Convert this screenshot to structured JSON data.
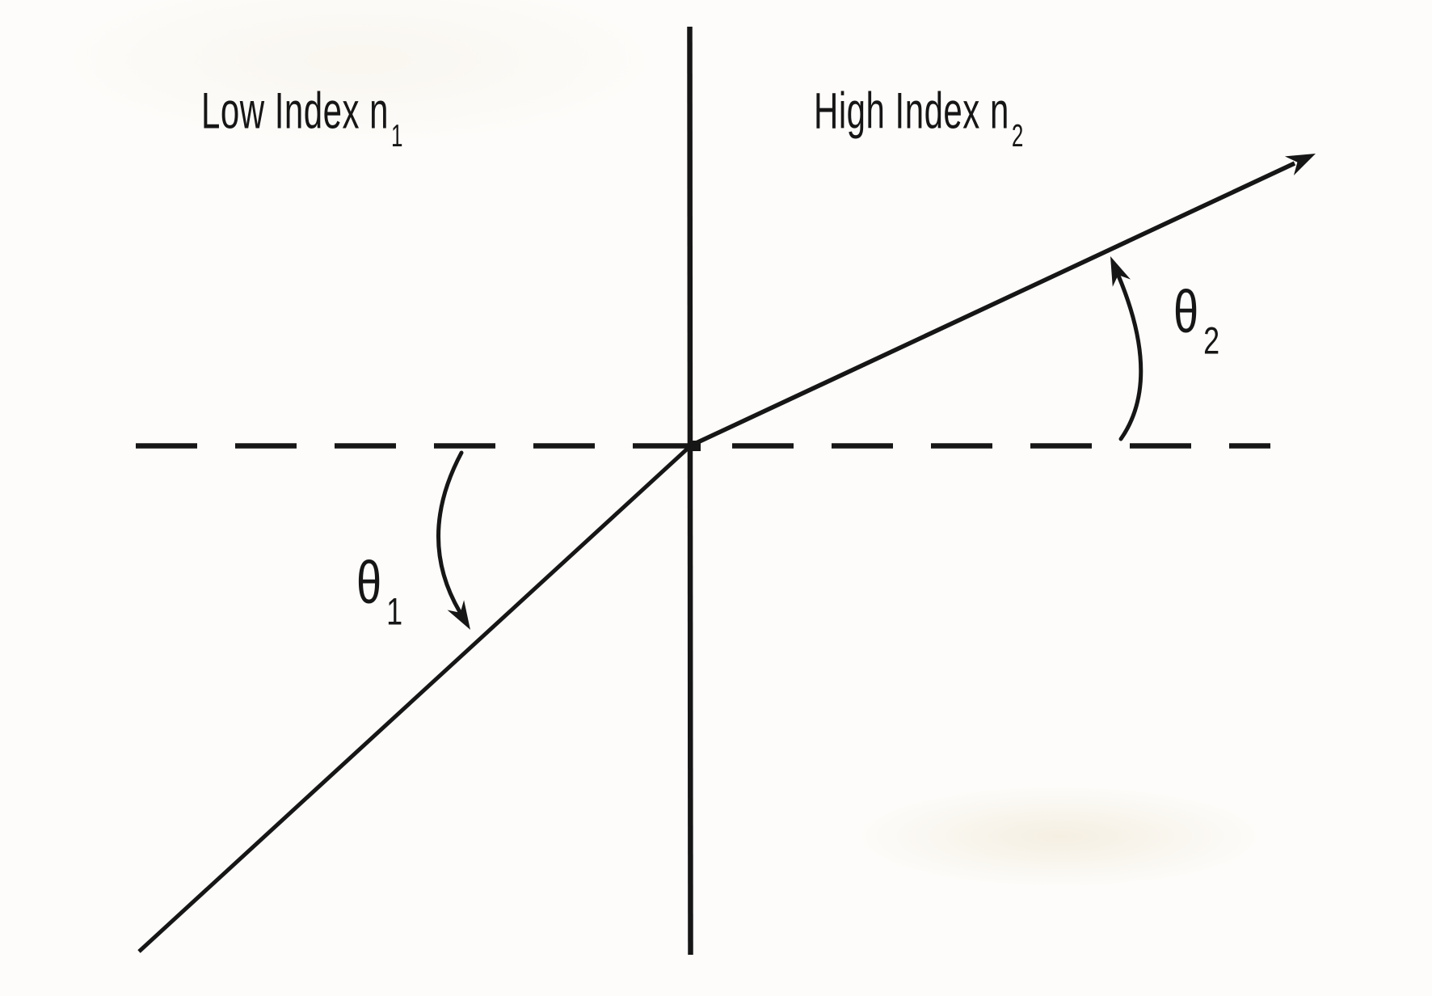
{
  "figure": {
    "type": "light-refraction-diagram",
    "colors": {
      "ink": "#161616",
      "background": "#fdfcfa"
    },
    "regions": {
      "left": {
        "text": "Low Index n",
        "subscript": "1"
      },
      "right": {
        "text": "High Index n",
        "subscript": "2"
      }
    },
    "angles": {
      "incident": {
        "symbol": "θ",
        "subscript": "1"
      },
      "refracted": {
        "symbol": "θ",
        "subscript": "2"
      }
    }
  }
}
